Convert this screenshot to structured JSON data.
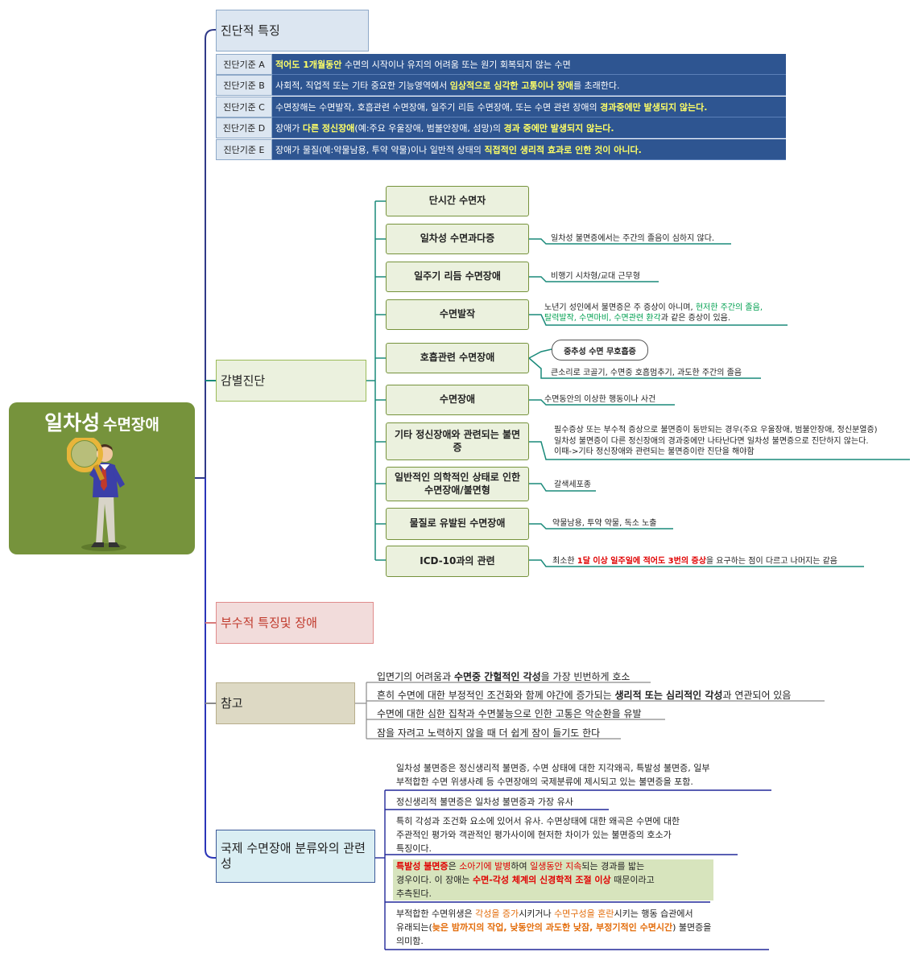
{
  "root": {
    "title_main": "일차성",
    "title_sub": "수면장애"
  },
  "diagnostic": {
    "title": "진단적 특징",
    "criteria": [
      {
        "label": "진단기준 A",
        "segments": [
          {
            "t": "적어도 1개월동안",
            "hl": true
          },
          {
            "t": " 수면의 시작이나 유지의 어려움 또는 원기 회복되지 않는 수면",
            "hl": false
          }
        ]
      },
      {
        "label": "진단기준 B",
        "segments": [
          {
            "t": "사회적, 직업적 또는 기타 중요한 기능영역에서 ",
            "hl": false
          },
          {
            "t": "임상적으로 심각한 고통이나 장애",
            "hl": true
          },
          {
            "t": "를 초래한다.",
            "hl": false
          }
        ]
      },
      {
        "label": "진단기준 C",
        "segments": [
          {
            "t": "수면장해는 수면발작, 호흡관련 수면장애, 일주기 리듬 수면장애, 또는 수면 관련 장애의 ",
            "hl": false
          },
          {
            "t": "경과중에만 발생되지 않는다.",
            "hl": true
          }
        ]
      },
      {
        "label": "진단기준 D",
        "segments": [
          {
            "t": "장애가 ",
            "hl": false
          },
          {
            "t": "다른 정신장애",
            "hl": true
          },
          {
            "t": "(예:주요 우울장애, 범불안장애, 섬망)의 ",
            "hl": false
          },
          {
            "t": "경과 중에만 발생되지 않는다.",
            "hl": true
          }
        ]
      },
      {
        "label": "진단기준 E",
        "segments": [
          {
            "t": "장애가 물질(예:약물남용, 투약 약물)이나 일반적 상태의 ",
            "hl": false
          },
          {
            "t": "직접적인 생리적 효과로 인한 것이 아니다.",
            "hl": true
          }
        ]
      }
    ]
  },
  "differential": {
    "title": "감별진단",
    "items": [
      {
        "label": "단시간 수면자"
      },
      {
        "label": "일차성 수면과다증",
        "note": "일차성 불면증에서는 주간의 졸음이 심하지 않다."
      },
      {
        "label": "일주기 리듬 수면장애",
        "note": "비행기 시차형/교대 근무형"
      },
      {
        "label": "수면발작",
        "note1_a": "노년기 성인에서 불면증은 주 증상이 아니며, ",
        "note1_b": "현저한 주간의 졸음,",
        "note2_a": "탈력발작, 수면마비, 수면관련 환각",
        "note2_b": "과 같은 증상이 있음."
      },
      {
        "label": "호흡관련 수면장애",
        "callout": "중추성 수면 무호흡증",
        "note": "큰소리로 코골기, 수면중 호흡멈추기, 과도한 주간의 졸음"
      },
      {
        "label": "수면장애",
        "note": "수면동안의 이상한 행동이나 사건"
      },
      {
        "label": "기타 정신장애와 관련되는 불면증",
        "note_lines": [
          "필수증상 또는 부수적 증상으로 불면증이 동반되는 경우(주요 우울장애, 범불안장애, 정신분열증)",
          "일차성 불면증이 다른 정신장애의 경과중에만 나타난다면 일차성 불면증으로 진단하지 않는다.",
          "이때->기타 정신장애와 관련되는 불면증이란 진단을 해야함"
        ]
      },
      {
        "label": "일반적인 의학적인 상태로 인한 수면장애/불면형",
        "note": "갈색세포종"
      },
      {
        "label": "물질로 유발된 수면장애",
        "note": "약물남용, 투약 약물, 독소 노출"
      },
      {
        "label": "ICD-10과의 관련",
        "note_a": "최소한 ",
        "note_b": "1달 이상 일주일에 적어도 3번의 증상",
        "note_c": "을 요구하는 점이 다르고 나머지는 같음"
      }
    ]
  },
  "associated": {
    "title": "부수적 특징및 장애"
  },
  "reference": {
    "title": "참고",
    "items": [
      {
        "a": "입면기의 어려움과 ",
        "b": "수면중 간헐적인 각성",
        "c": "을 가장 빈번하게 호소"
      },
      {
        "a": "흔히 수면에 대한 부정적인 조건화와 함께 야간에 증가되는 ",
        "b": "생리적 또는 심리적인 각성",
        "c": "과 연관되어 있음"
      },
      {
        "a": "수면에 대한 심한 집착과 수면불능으로 인한 고통은 악순환을 유발",
        "b": "",
        "c": ""
      },
      {
        "a": "잠을 자려고 노력하지 않을 때 더 쉽게 잠이 들기도 한다",
        "b": "",
        "c": ""
      }
    ]
  },
  "relation": {
    "title": "국제 수면장애 분류와의 관련성",
    "p1": [
      "일차성 불면증은 정신생리적 불면증, 수면 상태에 대한 지각왜곡, 특발성 불면증, 일부",
      "부적합한 수면 위생사례 등 수면장애의 국제분류에 제시되고 있는 불면증을 포함."
    ],
    "p2": "정신생리적 불면증은 일차성 불면증과 가장 유사",
    "p3": [
      "특히 각성과 조건화 요소에 있어서 유사. 수면상태에 대한 왜곡은 수면에 대한",
      "주관적인 평가와 객관적인 평가사이에 현저한 차이가 있는 불면증의 호소가",
      "특징이다."
    ],
    "p4": {
      "a": "특발성 불면증",
      "b": "은 ",
      "c": "소아기에 발병",
      "d": "하여 ",
      "e": "일생동안 지속",
      "f": "되는 경과를 밟는",
      "g": "경우이다. 이 장애는 ",
      "h": "수면-각성 체계의 신경학적 조절 이상",
      "i": " 때문이라고",
      "j": "추측된다."
    },
    "p5": {
      "a": "부적합한 수면위생은 ",
      "b": "각성을 증가",
      "c": "시키거나 ",
      "d": "수면구성을 혼란",
      "e": "시키는 행동 습관에서",
      "f": "유래되는(",
      "g": "늦은 밤까지의 작업, 낮동안의 과도한 낮잠, 부정기적인 수면시간",
      "h": ") 불면증을",
      "i": "의미함."
    }
  }
}
